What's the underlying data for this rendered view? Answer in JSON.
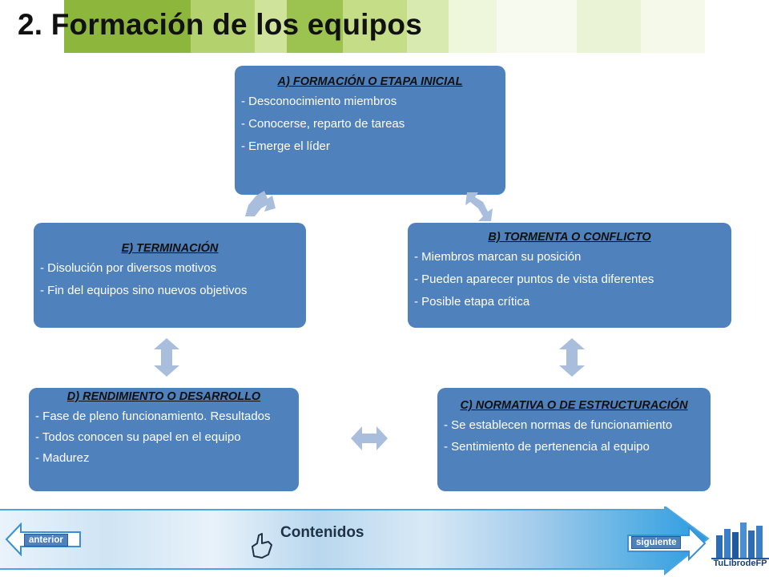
{
  "header": {
    "title": "2. Formación de los equipos"
  },
  "stages": {
    "a": {
      "title": "A) FORMACIÓN O ETAPA INICIAL",
      "items": [
        "- Desconocimiento miembros",
        "- Conocerse, reparto de tareas",
        "- Emerge el líder"
      ]
    },
    "b": {
      "title": "B) TORMENTA O CONFLICTO",
      "items": [
        "- Miembros marcan su posición",
        "- Pueden aparecer puntos de vista diferentes",
        "- Posible etapa crítica"
      ]
    },
    "c": {
      "title": "C) NORMATIVA O DE ESTRUCTURACIÓN",
      "items": [
        "-  Se establecen normas de funcionamiento",
        "- Sentimiento de pertenencia al equipo"
      ]
    },
    "d": {
      "title": "D) RENDIMIENTO O DESARROLLO",
      "items": [
        "- Fase de pleno funcionamiento. Resultados",
        "- Todos conocen su papel en el equipo",
        "- Madurez"
      ]
    },
    "e": {
      "title": "E) TERMINACIÓN",
      "items": [
        "- Disolución por diversos motivos",
        "- Fin del equipos sino nuevos objetivos"
      ]
    }
  },
  "footer": {
    "prev_label": "anterior",
    "next_label": "siguiente",
    "contents_label": "Contenidos",
    "logo_text": "TuLibrodeFP"
  },
  "colors": {
    "box_fill": "#4f81bd",
    "arrow_fill": "#a9bedd",
    "banner_green": "#8cb63c"
  },
  "icons": [
    "hand-pointer-icon",
    "left-arrow-icon",
    "right-arrow-icon",
    "book-logo-icon"
  ]
}
